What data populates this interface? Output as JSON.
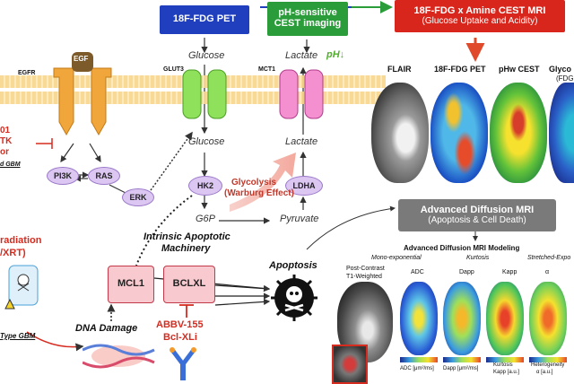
{
  "top_boxes": {
    "fdg_pet": "18F-FDG PET",
    "cest": "pH-sensitive CEST imaging",
    "combined_title": "18F-FDG x Amine CEST MRI",
    "combined_sub": "(Glucose Uptake and Acidity)"
  },
  "left": {
    "egf": "EGF",
    "egfr": "EGFR",
    "frag_01": "01",
    "frag_tk": "TK",
    "frag_or": "or",
    "frag_gbm": "d GBM",
    "pi3k": "PI3K",
    "ras": "RAS",
    "erk": "ERK",
    "radiation_1": "radiation",
    "radiation_2": "/XRT)",
    "type_gbm": "Type GBM",
    "dna_damage": "DNA Damage"
  },
  "center": {
    "glut3": "GLUT3",
    "mct1": "MCT1",
    "glucose_top": "Glucose",
    "lactate_top": "Lactate",
    "ph_down": "pH↓",
    "glucose_mid": "Glucose",
    "lactate_mid": "Lactate",
    "hk2": "HK2",
    "ldha": "LDHA",
    "glycolysis": "Glycolysis",
    "warburg": "(Warburg Effect)",
    "g6p": "G6P",
    "pyruvate": "Pyruvate",
    "apoptotic_1": "Intrinsic Apoptotic",
    "apoptotic_2": "Machinery",
    "mcl1": "MCL1",
    "bclxl": "BCLXL",
    "abbv": "ABBV-155",
    "bcl_xli": "Bcl-XLi",
    "apoptosis": "Apoptosis"
  },
  "right": {
    "col_flair": "FLAIR",
    "col_fdg": "18F-FDG PET",
    "col_phw": "pHw CEST",
    "col_glyco": "Glyco",
    "col_glyco_sub": "(FDG",
    "diff_box_title": "Advanced Diffusion MRI",
    "diff_box_sub": "(Apoptosis & Cell Death)",
    "diff_model_title": "Advanced Diffusion MRI Modeling",
    "mono": "Mono-exponential",
    "kurtosis": "Kurtosis",
    "stretched": "Stretched-Expo",
    "post_contrast_1": "Post-Contrast",
    "post_contrast_2": "T1-Weighted",
    "adc": "ADC",
    "dapp": "Dapp",
    "kapp": "Kapp",
    "alpha": "α",
    "cb_adc": "ADC [μm²/ms]",
    "cb_dapp": "Dapp [μm²/ms]",
    "cb_kurt_1": "Kurtosis",
    "cb_kurt_2": "Kapp [a.u.]",
    "cb_het_1": "Heterogeneity",
    "cb_het_2": "α [a.u.]"
  },
  "colors": {
    "blue_box": "#1f3fbf",
    "green_box": "#2a9d3a",
    "red_box": "#d9261c",
    "gray_box": "#7a7a7a",
    "red_text": "#d62b1f",
    "lavender": "#dcc6f2"
  }
}
